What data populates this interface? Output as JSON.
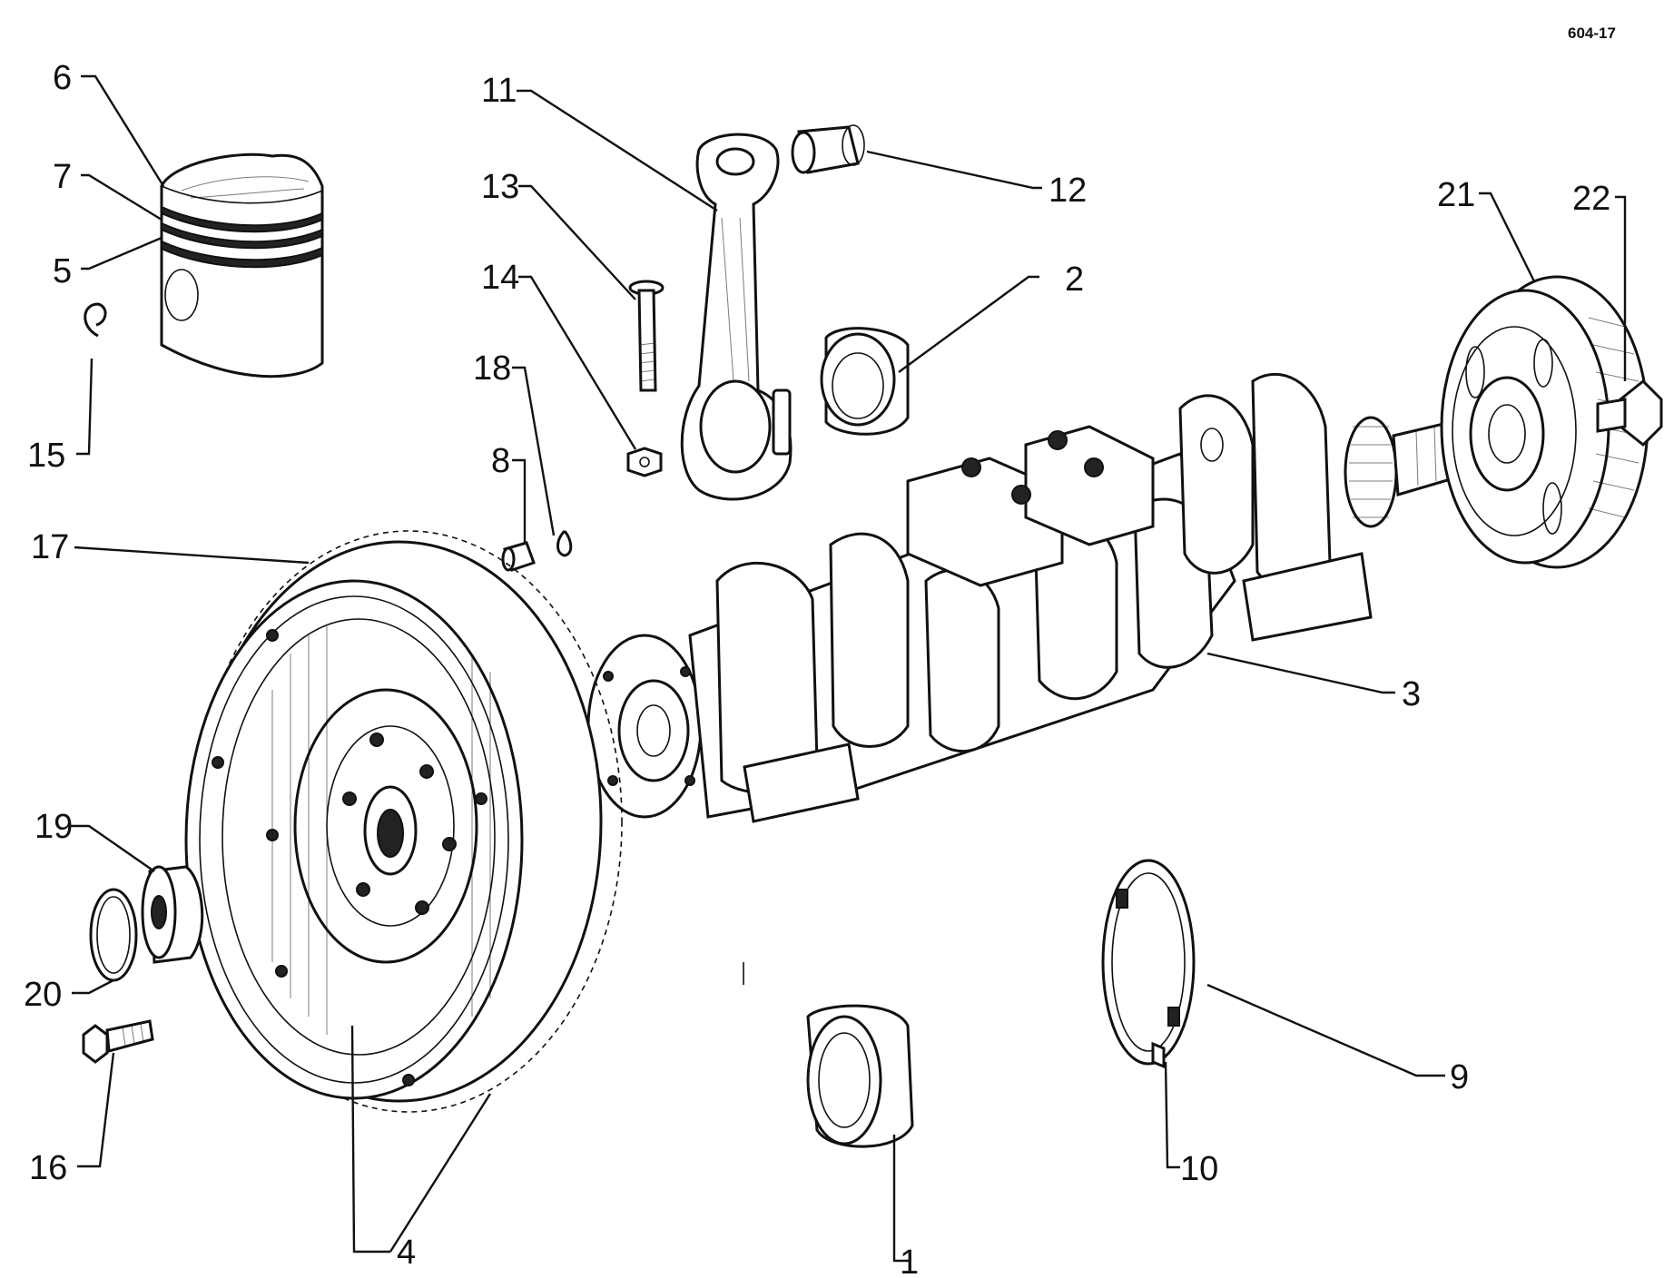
{
  "drawing_code": "604-17",
  "callouts": [
    {
      "id": "c1",
      "text": "1"
    },
    {
      "id": "c2",
      "text": "2"
    },
    {
      "id": "c3",
      "text": "3"
    },
    {
      "id": "c4",
      "text": "4"
    },
    {
      "id": "c5",
      "text": "5"
    },
    {
      "id": "c6",
      "text": "6"
    },
    {
      "id": "c7",
      "text": "7"
    },
    {
      "id": "c8",
      "text": "8"
    },
    {
      "id": "c9",
      "text": "9"
    },
    {
      "id": "c10",
      "text": "10"
    },
    {
      "id": "c11",
      "text": "11"
    },
    {
      "id": "c12",
      "text": "12"
    },
    {
      "id": "c13",
      "text": "13"
    },
    {
      "id": "c14",
      "text": "14"
    },
    {
      "id": "c15",
      "text": "15"
    },
    {
      "id": "c16",
      "text": "16"
    },
    {
      "id": "c17",
      "text": "17"
    },
    {
      "id": "c18",
      "text": "18"
    },
    {
      "id": "c19",
      "text": "19"
    },
    {
      "id": "c20",
      "text": "20"
    },
    {
      "id": "c21",
      "text": "21"
    },
    {
      "id": "c22",
      "text": "22"
    }
  ]
}
